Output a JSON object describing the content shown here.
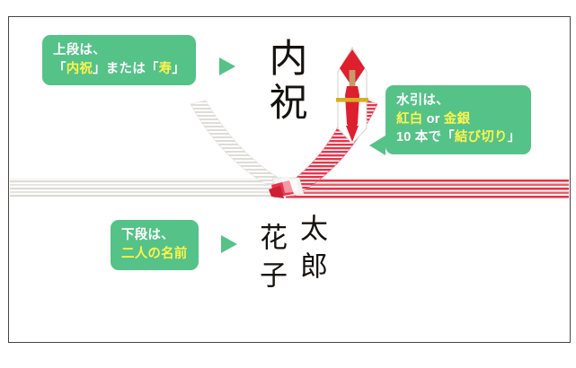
{
  "illustration": {
    "name": "noshigami-gift-envelope",
    "title_text": "内祝",
    "name_right_column": "太郎",
    "name_left_column": "花子",
    "colors": {
      "callout_green": "#55c288",
      "highlight_yellow": "#fbf44d",
      "mizuhiki_red": "#e8334a",
      "mizuhiki_white": "#e8e6e2",
      "noshi_gold": "#c8a227",
      "frame_border": "#4a4342",
      "ink": "#16120f",
      "background": "#ffffff"
    }
  },
  "callouts": {
    "upper": {
      "name": "callout-upper-section",
      "line1": "上段は、",
      "line2_pre": "「",
      "line2_hl1": "内祝",
      "line2_mid": "」または「",
      "line2_hl2": "寿",
      "line2_post": "」"
    },
    "mizuhiki": {
      "name": "callout-mizuhiki",
      "line1": "水引は、",
      "line2_hl1": "紅白",
      "line2_mid": " or ",
      "line2_hl2": "金銀",
      "line3_pre": "10 本で「",
      "line3_hl": "結び切り",
      "line3_post": "」"
    },
    "lower": {
      "name": "callout-lower-section",
      "line1": "下段は、",
      "line2_hl": "二人の名前"
    }
  }
}
